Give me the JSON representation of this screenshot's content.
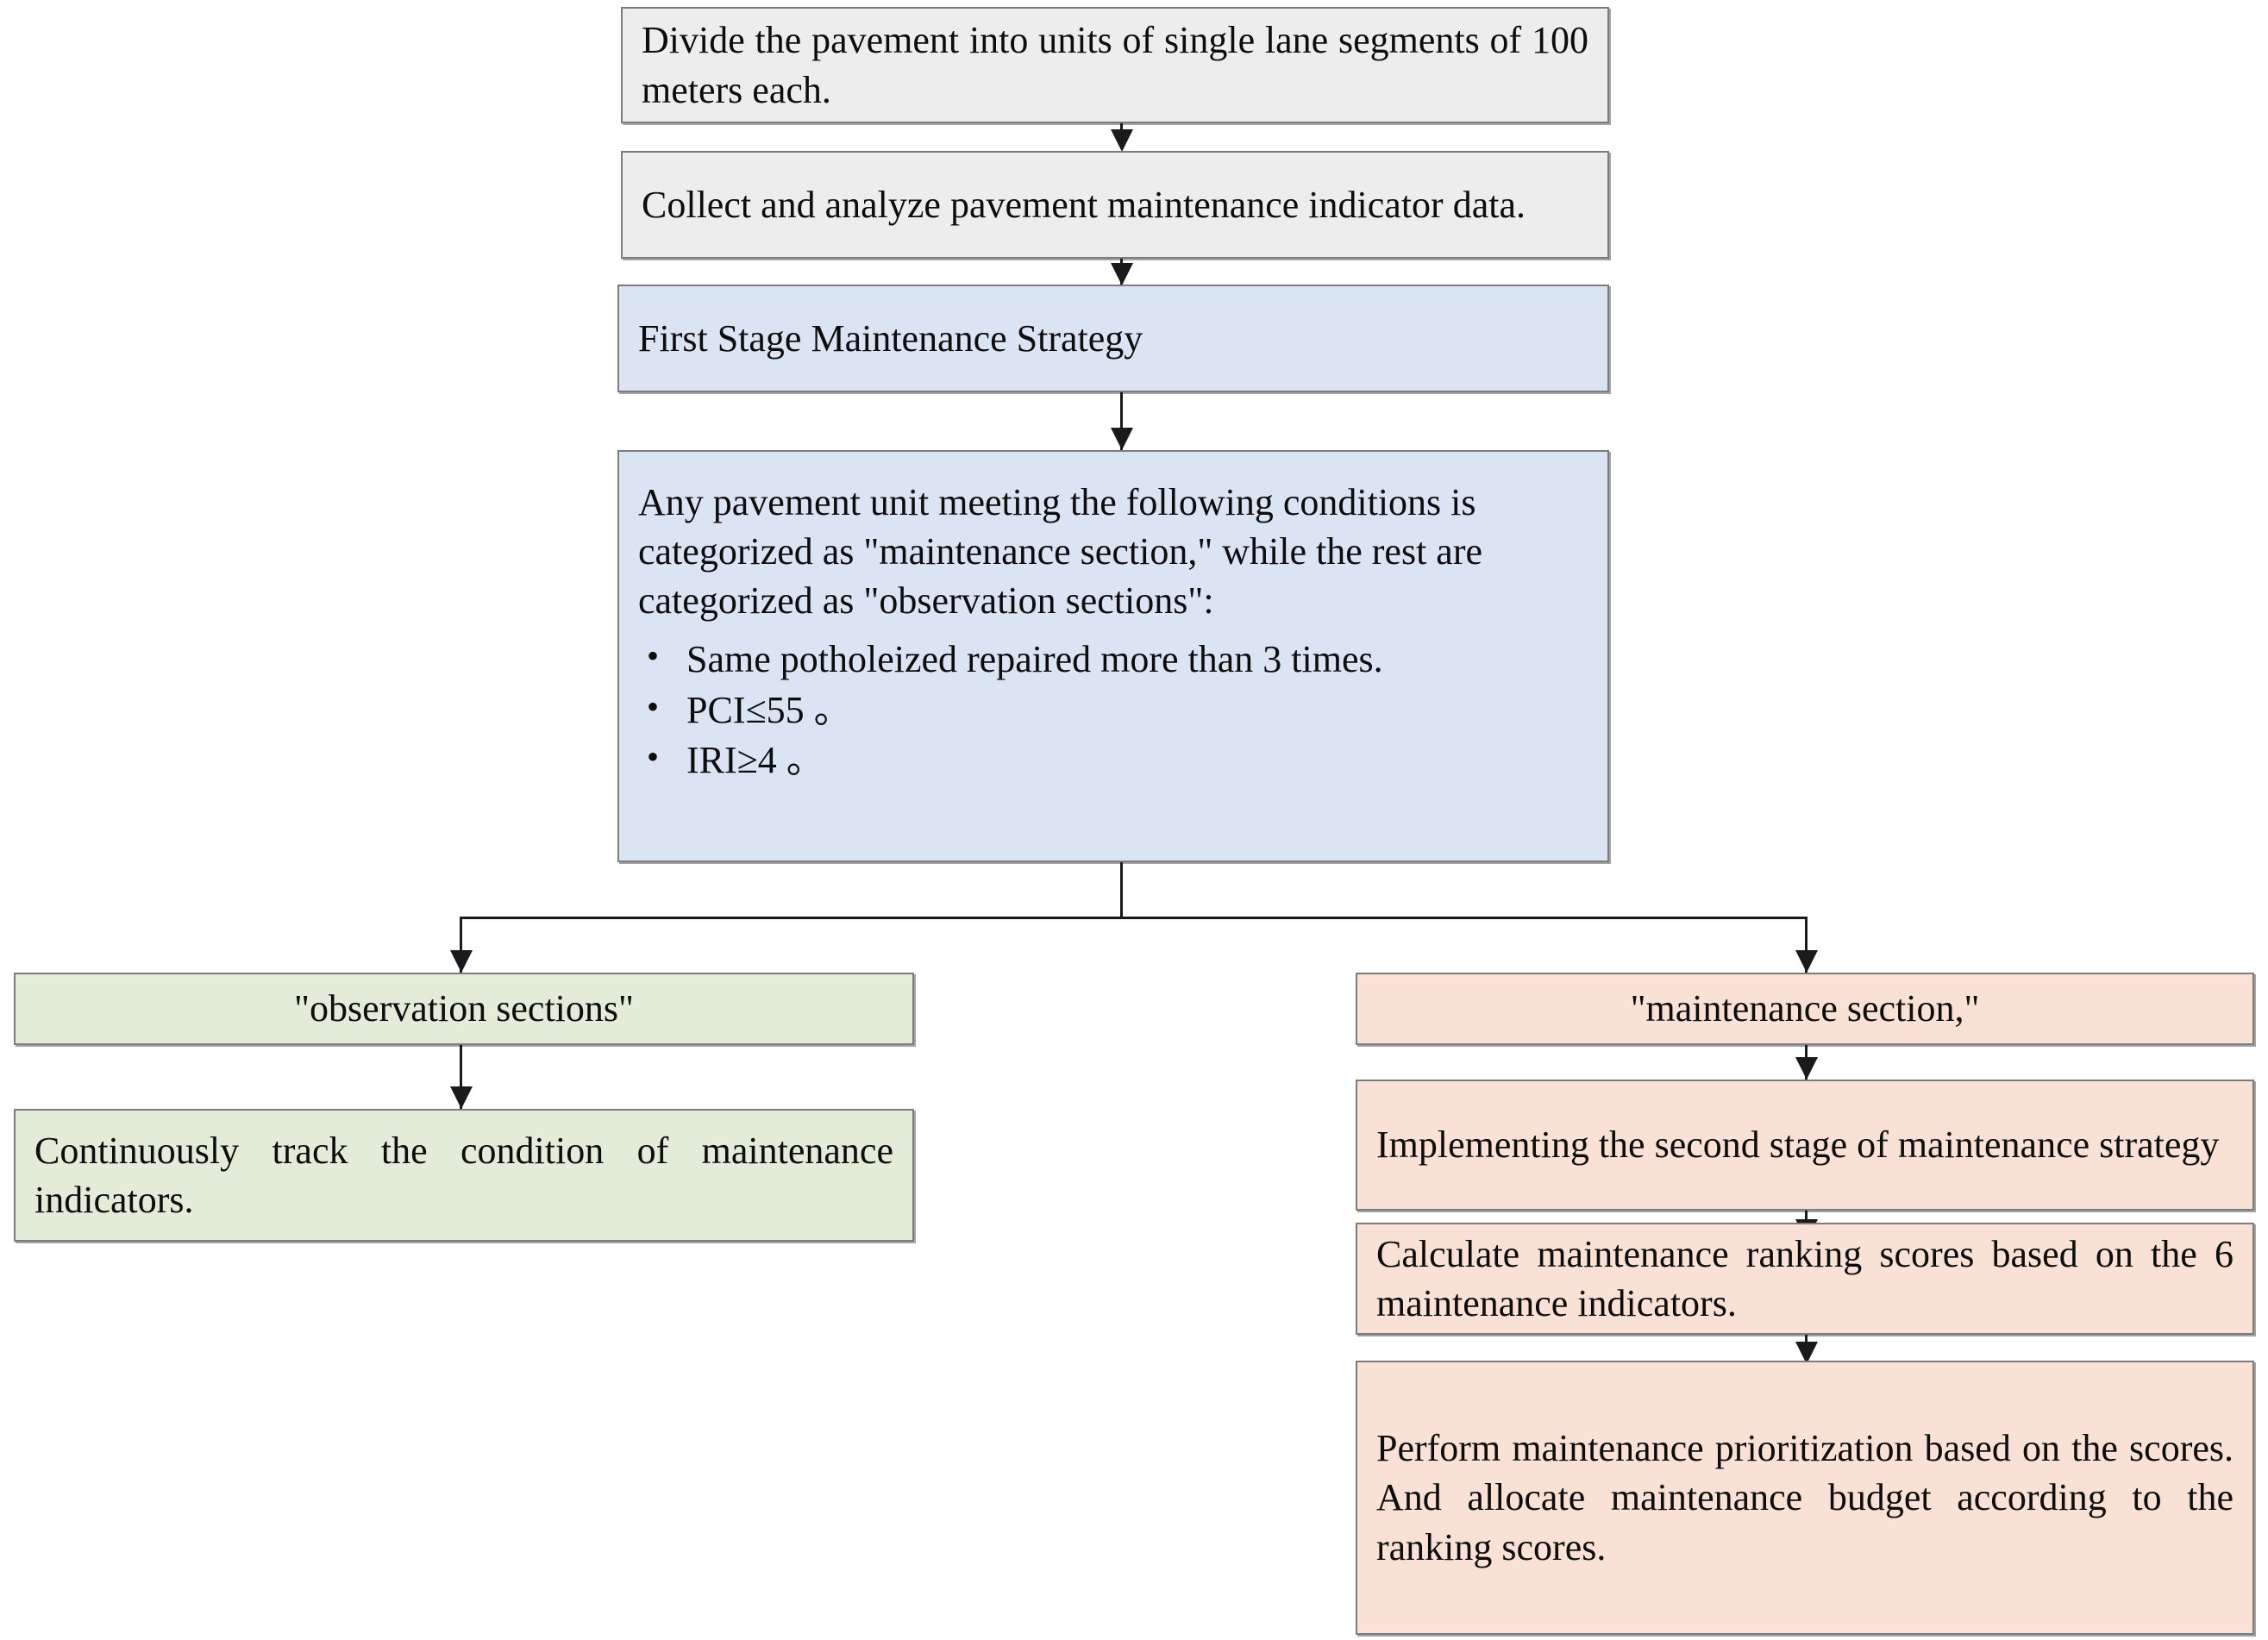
{
  "diagram": {
    "title": "Pavement maintenance decision flowchart",
    "colors": {
      "gray_fill": "#ededed",
      "blue_fill": "#dbe4f3",
      "green_fill": "#e2ecd8",
      "orange_fill": "#f9e2d5",
      "border": "#7c7c7c",
      "connector": "#1a1a1a"
    },
    "nodes": {
      "divide_units": "Divide the pavement into units of single lane segments of 100 meters each.",
      "collect_data": "Collect and analyze pavement maintenance indicator data.",
      "first_stage": "First Stage Maintenance Strategy",
      "criteria_intro": "Any pavement unit meeting the following conditions is categorized as \"maintenance section,\" while the rest are categorized as \"observation sections\":",
      "criteria_bullets": [
        "Same potholeized repaired more than 3 times.",
        "PCI≤55 。",
        "IRI≥4 。"
      ],
      "observation_label": "\"observation sections\"",
      "observation_action": "Continuously track the condition of maintenance indicators.",
      "maintenance_label": "\"maintenance section,\"",
      "second_stage": "Implementing the second stage of maintenance strategy",
      "calculate_scores": "Calculate maintenance ranking scores based on the 6 maintenance indicators.",
      "prioritize": "Perform maintenance prioritization based on the scores. And allocate maintenance budget according to the ranking scores."
    }
  }
}
